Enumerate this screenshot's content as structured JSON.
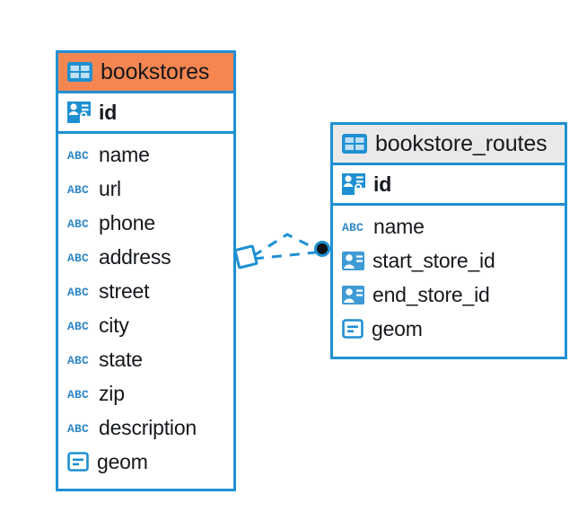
{
  "diagram": {
    "type": "entity-relationship-diagram",
    "background_color": "#FFFFFF",
    "accent_color": "#1E90D2",
    "highlight_color": "#F58551",
    "neutral_header_color": "#E9E9E9"
  },
  "tables": [
    {
      "name": "bookstores",
      "header_style": "accent",
      "table_icon": "table-icon",
      "primary_key": {
        "label": "id",
        "icon": "primary-key-icon"
      },
      "columns": [
        {
          "label": "name",
          "icon": "text-type-icon"
        },
        {
          "label": "url",
          "icon": "text-type-icon"
        },
        {
          "label": "phone",
          "icon": "text-type-icon"
        },
        {
          "label": "address",
          "icon": "text-type-icon"
        },
        {
          "label": "street",
          "icon": "text-type-icon"
        },
        {
          "label": "city",
          "icon": "text-type-icon"
        },
        {
          "label": "state",
          "icon": "text-type-icon"
        },
        {
          "label": "zip",
          "icon": "text-type-icon"
        },
        {
          "label": "description",
          "icon": "text-type-icon"
        },
        {
          "label": "geom",
          "icon": "geometry-type-icon"
        }
      ]
    },
    {
      "name": "bookstore_routes",
      "header_style": "neutral",
      "table_icon": "table-icon",
      "primary_key": {
        "label": "id",
        "icon": "primary-key-icon"
      },
      "columns": [
        {
          "label": "name",
          "icon": "text-type-icon"
        },
        {
          "label": "start_store_id",
          "icon": "foreign-key-icon"
        },
        {
          "label": "end_store_id",
          "icon": "foreign-key-icon"
        },
        {
          "label": "geom",
          "icon": "geometry-type-icon"
        }
      ]
    }
  ],
  "relationship": {
    "from_table": "bookstores",
    "to_table": "bookstore_routes",
    "source_marker": "diamond-marker",
    "target_marker": "circle-marker",
    "line_style": "dashed",
    "line_color": "#1E90D2"
  }
}
